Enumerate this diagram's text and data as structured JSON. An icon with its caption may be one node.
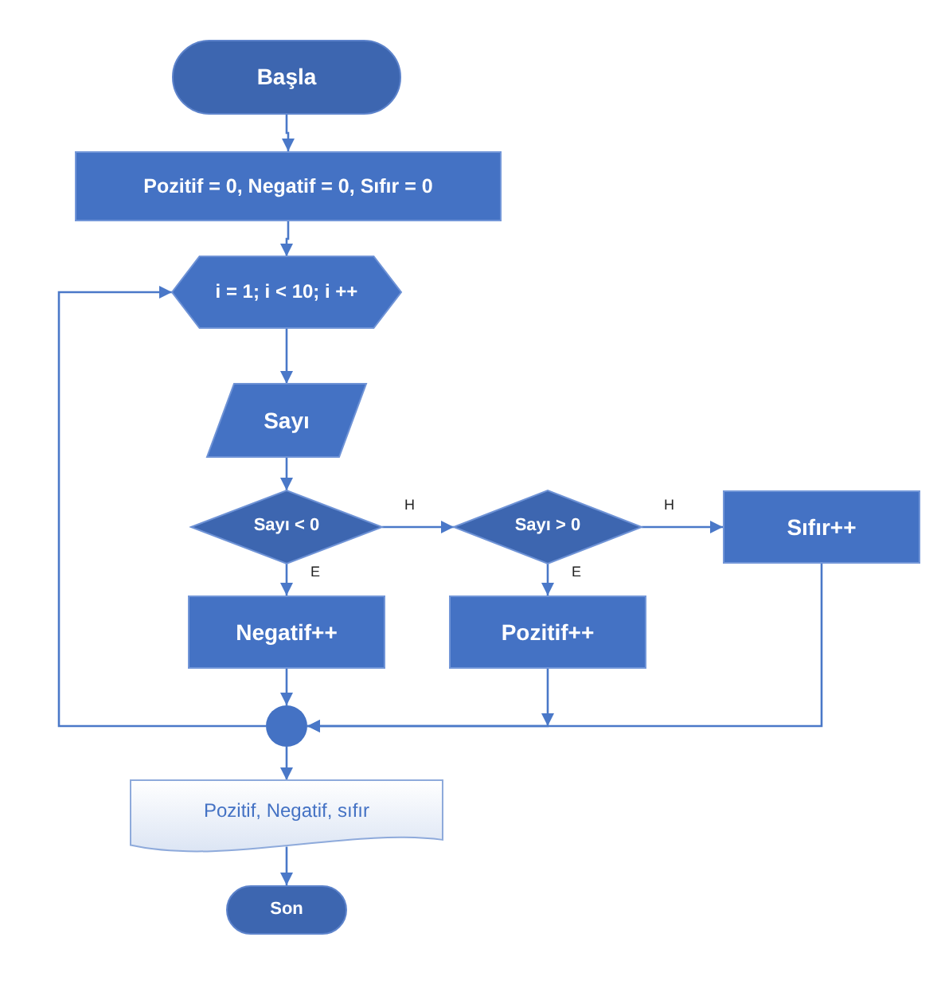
{
  "diagram": {
    "nodes": [
      {
        "text": [
          "Başla"
        ]
      },
      {
        "text": [
          "Pozitif = 0, Negatif = 0, Sıfır = 0"
        ]
      },
      {
        "text": [
          "i = 1; i < 10; i ++"
        ]
      },
      {
        "text": [
          "Sayı"
        ]
      },
      {
        "text": [
          "Sayı < 0"
        ]
      },
      {
        "text": [
          "Sayı > 0"
        ]
      },
      {
        "text": [
          "Sıfır++"
        ]
      },
      {
        "text": [
          "Negatif++"
        ]
      },
      {
        "text": [
          "Pozitif++"
        ]
      },
      {
        "text": [],
        "shape": "circle"
      },
      {
        "text": [
          "Pozitif, Negatif, sıfır"
        ]
      },
      {
        "text": [
          "Son"
        ]
      }
    ],
    "edges": [
      {
        "from": 0,
        "to": 1,
        "arrow": "to"
      },
      {
        "from": 1,
        "to": 2,
        "arrow": "to"
      },
      {
        "from": 2,
        "to": 3,
        "arrow": "to"
      },
      {
        "from": 3,
        "to": 4,
        "arrow": "to"
      },
      {
        "from": 4,
        "to": 5,
        "arrow": "to",
        "label": "H"
      },
      {
        "from": 5,
        "to": 6,
        "arrow": "to",
        "label": "H"
      },
      {
        "from": 4,
        "to": 7,
        "arrow": "to",
        "label": "E"
      },
      {
        "from": 5,
        "to": 8,
        "arrow": "to",
        "label": "E"
      },
      {
        "from": 7,
        "to": 9,
        "arrow": "to"
      },
      {
        "from": 8,
        "to": 9,
        "arrow": "to"
      },
      {
        "from": 6,
        "to": 9,
        "arrow": "to"
      },
      {
        "from": 9,
        "to": 2,
        "arrow": "to"
      },
      {
        "from": 9,
        "to": 10,
        "arrow": "to"
      },
      {
        "from": 10,
        "to": 11,
        "arrow": "to"
      }
    ]
  }
}
